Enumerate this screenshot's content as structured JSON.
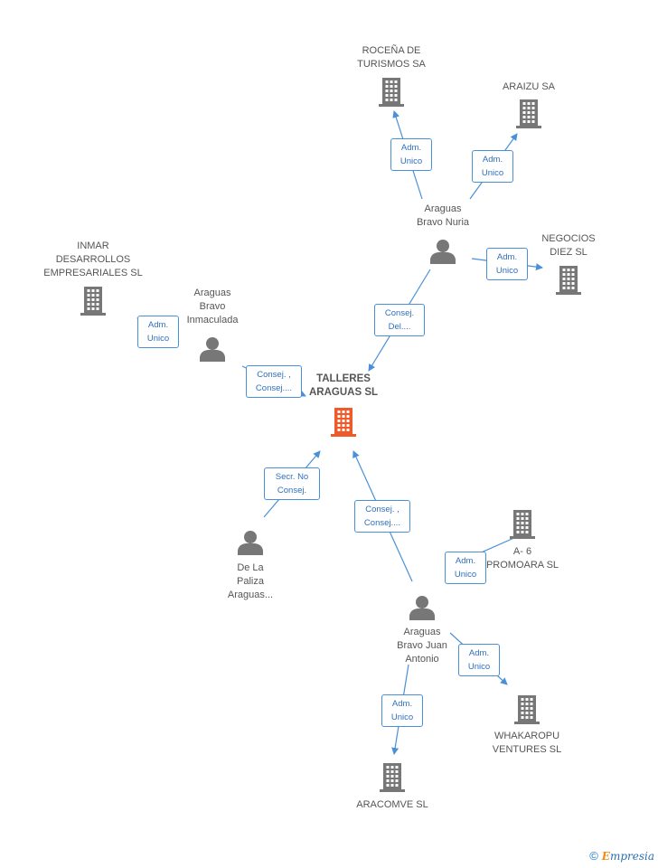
{
  "colors": {
    "edge": "#4a90d9",
    "company": "#777777",
    "focus_company": "#f05a28",
    "person": "#777777"
  },
  "nodes": [
    {
      "id": "talleres",
      "type": "company",
      "focus": true,
      "label": [
        "TALLERES",
        "ARAGUAS SL"
      ]
    },
    {
      "id": "rocena",
      "type": "company",
      "label": [
        "ROCEÑA DE",
        "TURISMOS SA"
      ]
    },
    {
      "id": "araizu",
      "type": "company",
      "label": [
        "ARAIZU SA"
      ]
    },
    {
      "id": "negocios",
      "type": "company",
      "label": [
        "NEGOCIOS",
        "DIEZ SL"
      ]
    },
    {
      "id": "inmar",
      "type": "company",
      "label": [
        "INMAR",
        "DESARROLLOS",
        "EMPRESARIALES SL"
      ]
    },
    {
      "id": "a6",
      "type": "company",
      "label": [
        "A- 6",
        "PROMOARA SL"
      ]
    },
    {
      "id": "whakaropu",
      "type": "company",
      "label": [
        "WHAKAROPU",
        "VENTURES SL"
      ]
    },
    {
      "id": "aracomve",
      "type": "company",
      "label": [
        "ARACOMVE SL"
      ]
    },
    {
      "id": "nuria",
      "type": "person",
      "label": [
        "Araguas",
        "Bravo Nuria"
      ]
    },
    {
      "id": "inmaculada",
      "type": "person",
      "label": [
        "Araguas",
        "Bravo",
        "Inmaculada"
      ]
    },
    {
      "id": "paliza",
      "type": "person",
      "label": [
        "De La",
        "Paliza",
        "Araguas..."
      ]
    },
    {
      "id": "juan",
      "type": "person",
      "label": [
        "Araguas",
        "Bravo Juan",
        "Antonio"
      ]
    }
  ],
  "edges": [
    {
      "from": "nuria",
      "to": "rocena",
      "label": [
        "Adm.",
        "Unico"
      ]
    },
    {
      "from": "nuria",
      "to": "araizu",
      "label": [
        "Adm.",
        "Unico"
      ]
    },
    {
      "from": "nuria",
      "to": "negocios",
      "label": [
        "Adm.",
        "Unico"
      ]
    },
    {
      "from": "nuria",
      "to": "talleres",
      "label": [
        "Consej.",
        "Del...."
      ]
    },
    {
      "from": "inmaculada",
      "to": "inmar",
      "label": [
        "Adm.",
        "Unico"
      ]
    },
    {
      "from": "inmaculada",
      "to": "talleres",
      "label": [
        "Consej. ,",
        "Consej...."
      ]
    },
    {
      "from": "paliza",
      "to": "talleres",
      "label": [
        "Secr.  No",
        "Consej."
      ]
    },
    {
      "from": "juan",
      "to": "talleres",
      "label": [
        "Consej. ,",
        "Consej...."
      ]
    },
    {
      "from": "juan",
      "to": "a6",
      "label": [
        "Adm.",
        "Unico"
      ]
    },
    {
      "from": "juan",
      "to": "whakaropu",
      "label": [
        "Adm.",
        "Unico"
      ]
    },
    {
      "from": "juan",
      "to": "aracomve",
      "label": [
        "Adm.",
        "Unico"
      ]
    }
  ],
  "footer": {
    "copyright": "©",
    "brand_initial": "E",
    "brand_rest": "mpresia"
  }
}
